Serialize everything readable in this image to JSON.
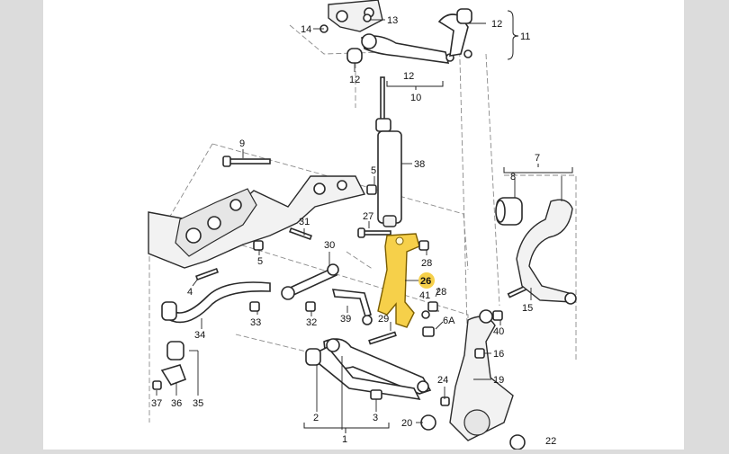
{
  "diagram": {
    "highlight_color": "#f6d04a",
    "highlighted_part": "26",
    "labels": {
      "l1": "1",
      "l2": "2",
      "l3": "3",
      "l4": "4",
      "l5a": "5",
      "l5b": "5",
      "l6a": "6A",
      "l7": "7",
      "l8": "8",
      "l9": "9",
      "l10": "10",
      "l11": "11",
      "l12a": "12",
      "l12b": "12",
      "l12c": "12",
      "l13": "13",
      "l14": "14",
      "l15": "15",
      "l16": "16",
      "l19": "19",
      "l20": "20",
      "l22": "22",
      "l24": "24",
      "l26": "26",
      "l27": "27",
      "l28a": "28",
      "l28b": "28",
      "l29": "29",
      "l30": "30",
      "l31": "31",
      "l32": "32",
      "l33": "33",
      "l34": "34",
      "l35": "35",
      "l36": "36",
      "l37": "37",
      "l38": "38",
      "l39": "39",
      "l40": "40",
      "l41": "41"
    }
  }
}
